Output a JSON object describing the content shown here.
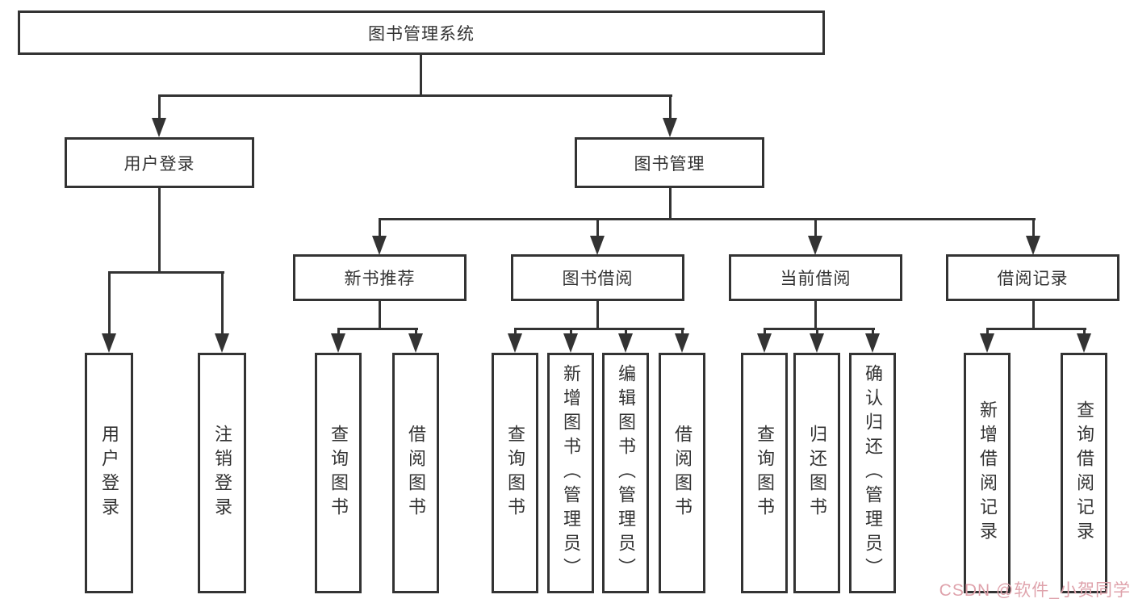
{
  "nodes": {
    "root": "图书管理系统",
    "level2": {
      "user_login": "用户登录",
      "book_mgmt": "图书管理"
    },
    "level3": {
      "new_books": "新书推荐",
      "borrowing": "图书借阅",
      "current": "当前借阅",
      "records": "借阅记录"
    },
    "leaves": {
      "user_login": [
        "用户登录",
        "注销登录"
      ],
      "new_books": [
        "查询图书",
        "借阅图书"
      ],
      "borrowing": [
        "查询图书",
        "新增图书（管理员）",
        "编辑图书（管理员）",
        "借阅图书"
      ],
      "current": [
        "查询图书",
        "归还图书",
        "确认归还（管理员）"
      ],
      "records": [
        "新增借阅记录",
        "查询借阅记录"
      ]
    }
  },
  "watermark": {
    "text": "CSDN @软件_小贺同学",
    "color": "#dfa3ac"
  },
  "colors": {
    "line": "#333333",
    "node_border": "#333333",
    "node_bg": "#ffffff",
    "text": "#333333",
    "background": "#ffffff"
  }
}
